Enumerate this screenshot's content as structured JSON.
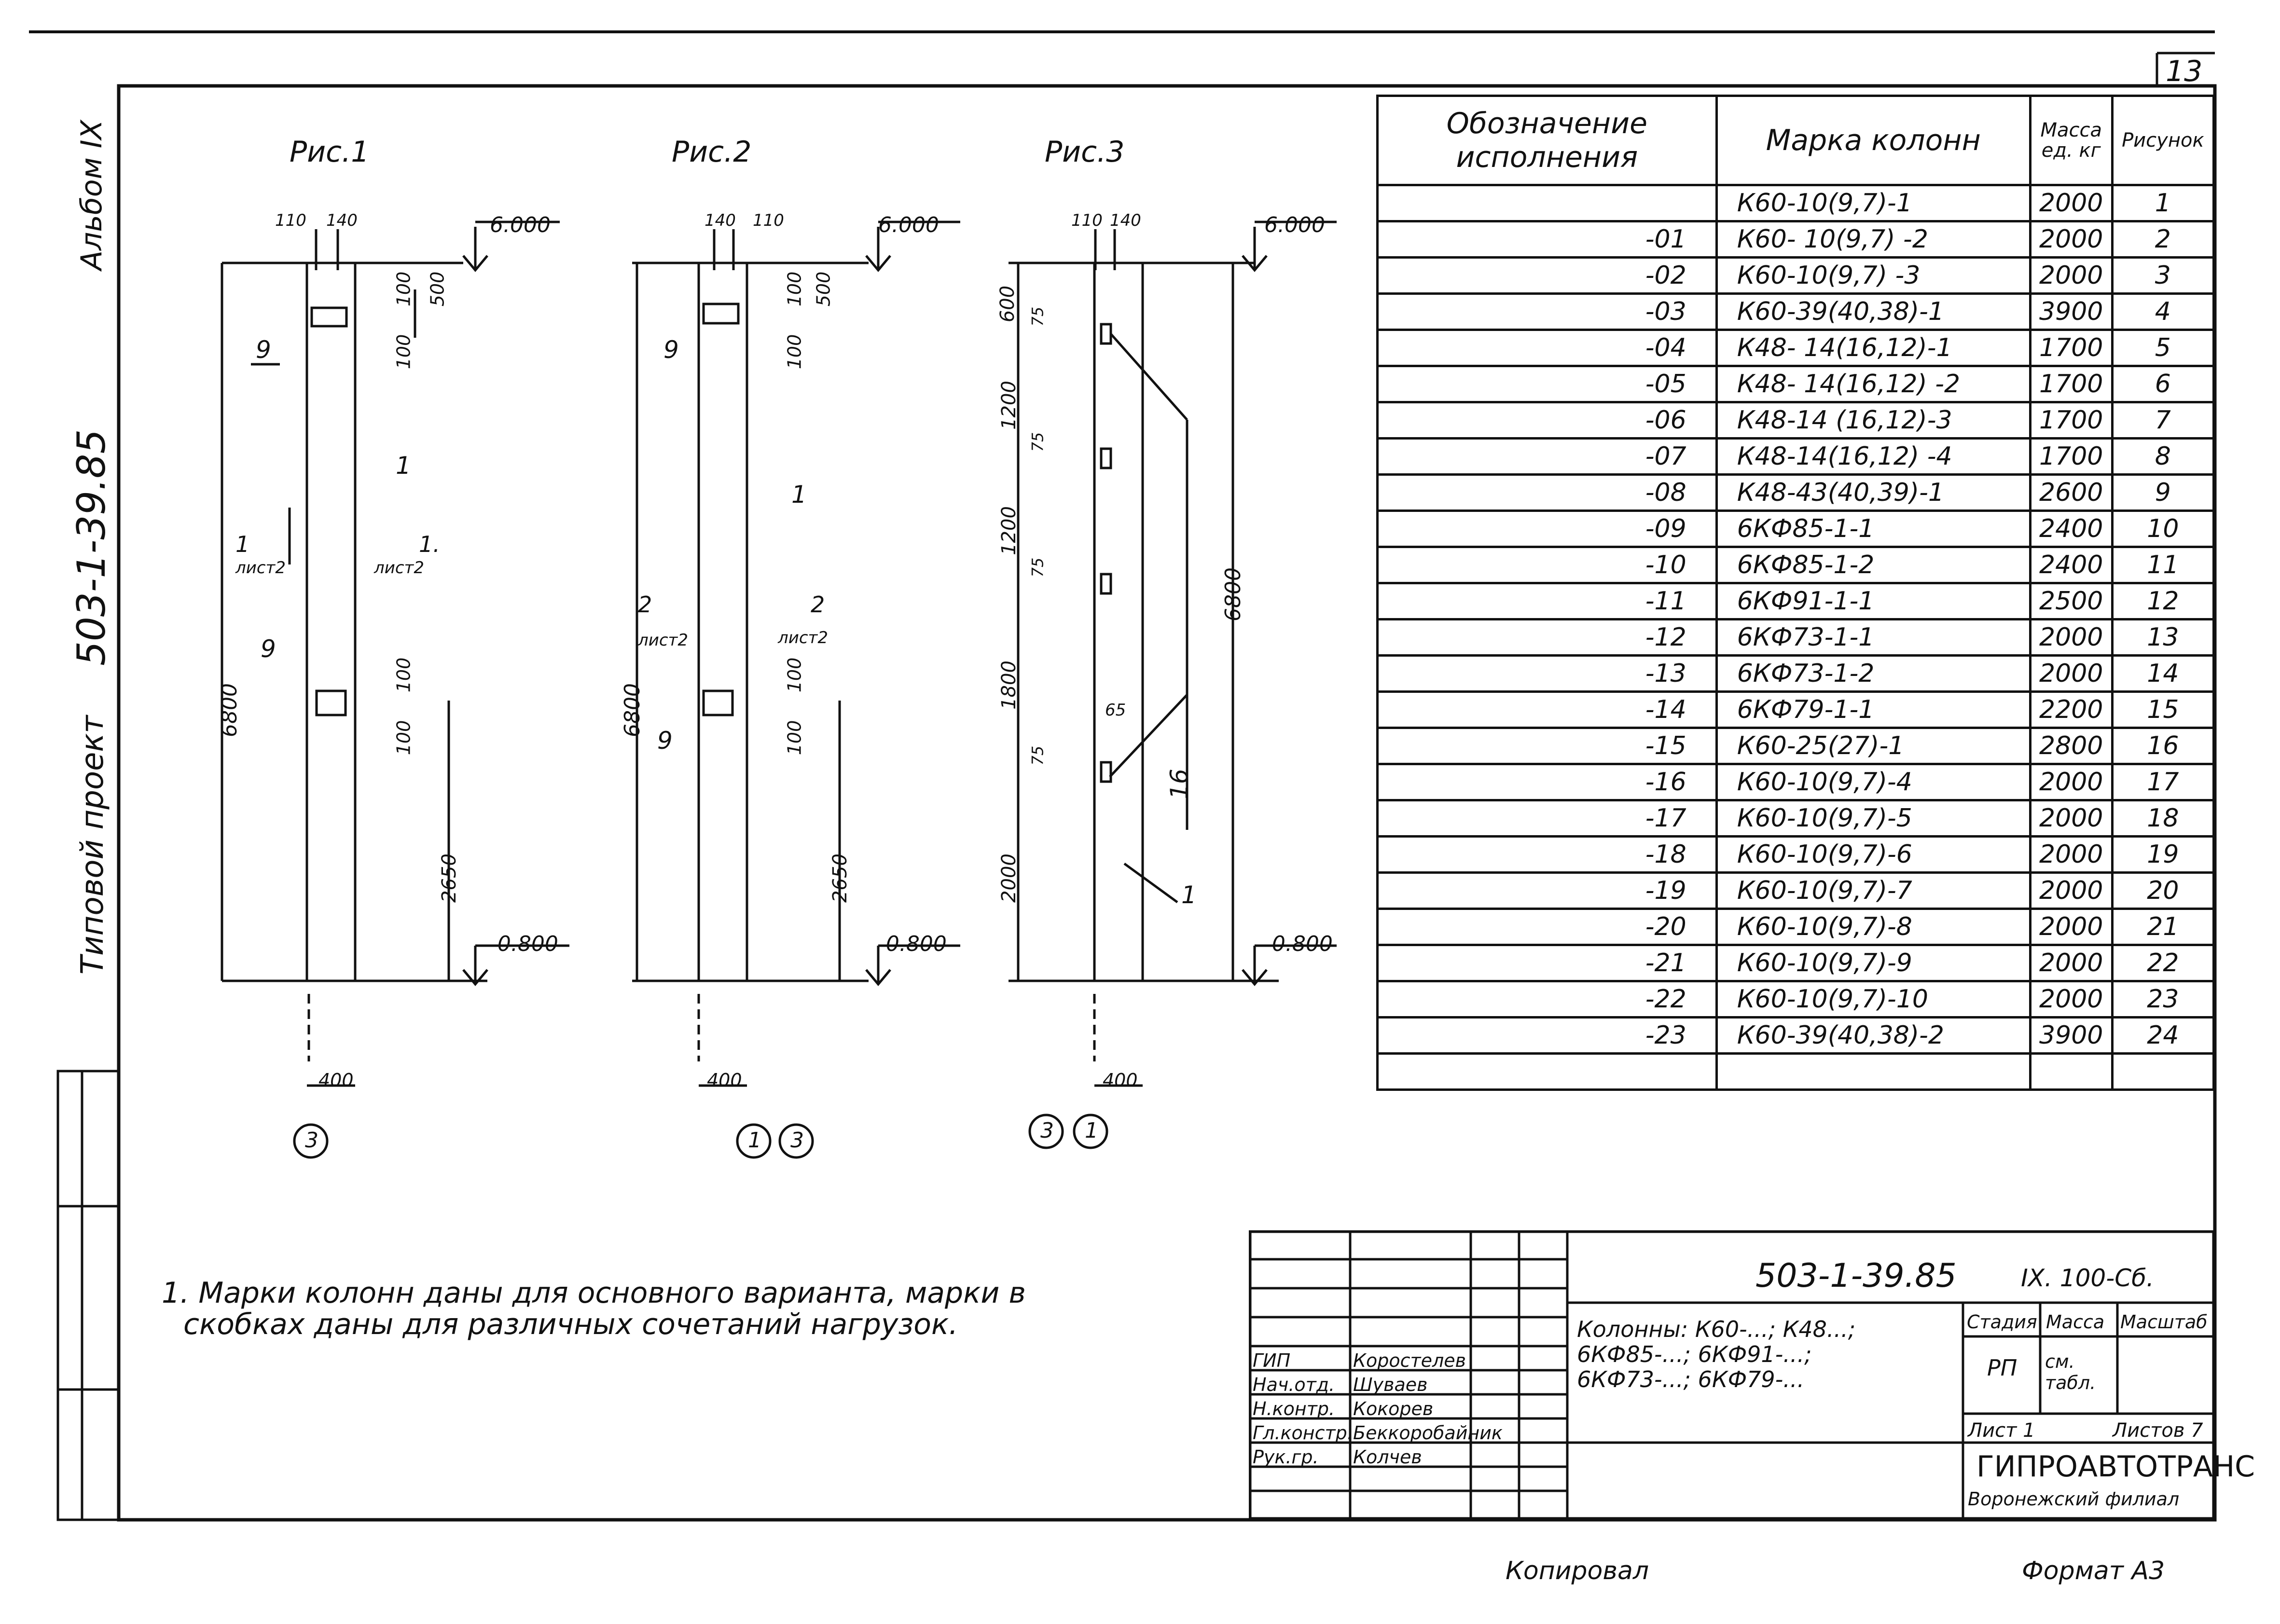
{
  "page": {
    "sheet_number": "13",
    "album_label": "Альбом IX",
    "project_type": "Типовой проект",
    "project_code": "503-1-39.85",
    "copied_by": "Копировал",
    "format": "Формат А3"
  },
  "figures": [
    {
      "title": "Рис.1",
      "dims": {
        "top_left": "110",
        "top_right": "140",
        "total_height": "6800",
        "upper_gap": "500",
        "hole1": "100",
        "hole1b": "100",
        "hole2": "100",
        "hole2b": "100",
        "lower": "2650",
        "width": "400"
      },
      "levels": {
        "top": "6.000",
        "bottom": "-0.800"
      },
      "callouts": [
        "9",
        "1",
        "9"
      ],
      "section_left": {
        "num": "1",
        "sheet": "лист2"
      },
      "section_right": {
        "num": "1.",
        "sheet": "лист2"
      },
      "axes": [
        "3"
      ]
    },
    {
      "title": "Рис.2",
      "dims": {
        "top_left": "140",
        "top_right": "110",
        "total_height": "6800",
        "upper_gap": "500",
        "hole1": "100",
        "hole1b": "100",
        "hole2": "100",
        "hole2b": "100",
        "lower": "2650",
        "width": "400"
      },
      "levels": {
        "top": "6.000",
        "bottom": "-0.800"
      },
      "callouts": [
        "9",
        "1",
        "9"
      ],
      "section_left": {
        "num": "2",
        "sheet": "лист2"
      },
      "section_right": {
        "num": "2",
        "sheet": "лист2"
      },
      "axes": [
        "1",
        "3"
      ]
    },
    {
      "title": "Рис.3",
      "dims": {
        "top_left": "110",
        "top_right": "140",
        "total_height": "6800",
        "seg1": "600",
        "seg2": "1200",
        "seg3": "1200",
        "seg4": "1800",
        "seg5": "2000",
        "small": "75",
        "side": "65",
        "width": "400"
      },
      "levels": {
        "top": "6.000",
        "bottom": "-0.800"
      },
      "callouts": [
        "16",
        "1"
      ],
      "axes": [
        "3",
        "1"
      ]
    }
  ],
  "table": {
    "headers": [
      "Обозначение исполнения",
      "Марка колонн",
      "Масса ед. кг",
      "Рисунок"
    ],
    "rows": [
      [
        "",
        "К60-10(9,7)-1",
        "2000",
        "1"
      ],
      [
        "-01",
        "К60- 10(9,7) -2",
        "2000",
        "2"
      ],
      [
        "-02",
        "К60-10(9,7) -3",
        "2000",
        "3"
      ],
      [
        "-03",
        "К60-39(40,38)-1",
        "3900",
        "4"
      ],
      [
        "-04",
        "К48- 14(16,12)-1",
        "1700",
        "5"
      ],
      [
        "-05",
        "К48- 14(16,12) -2",
        "1700",
        "6"
      ],
      [
        "-06",
        "К48-14 (16,12)-3",
        "1700",
        "7"
      ],
      [
        "-07",
        "К48-14(16,12) -4",
        "1700",
        "8"
      ],
      [
        "-08",
        "К48-43(40,39)-1",
        "2600",
        "9"
      ],
      [
        "-09",
        "6КФ85-1-1",
        "2400",
        "10"
      ],
      [
        "-10",
        "6КФ85-1-2",
        "2400",
        "11"
      ],
      [
        "-11",
        "6КФ91-1-1",
        "2500",
        "12"
      ],
      [
        "-12",
        "6КФ73-1-1",
        "2000",
        "13"
      ],
      [
        "-13",
        "6КФ73-1-2",
        "2000",
        "14"
      ],
      [
        "-14",
        "6КФ79-1-1",
        "2200",
        "15"
      ],
      [
        "-15",
        "К60-25(27)-1",
        "2800",
        "16"
      ],
      [
        "-16",
        "К60-10(9,7)-4",
        "2000",
        "17"
      ],
      [
        "-17",
        "К60-10(9,7)-5",
        "2000",
        "18"
      ],
      [
        "-18",
        "К60-10(9,7)-6",
        "2000",
        "19"
      ],
      [
        "-19",
        "К60-10(9,7)-7",
        "2000",
        "20"
      ],
      [
        "-20",
        "К60-10(9,7)-8",
        "2000",
        "21"
      ],
      [
        "-21",
        "К60-10(9,7)-9",
        "2000",
        "22"
      ],
      [
        "-22",
        "К60-10(9,7)-10",
        "2000",
        "23"
      ],
      [
        "-23",
        "К60-39(40,38)-2",
        "3900",
        "24"
      ],
      [
        "",
        "",
        "",
        ""
      ]
    ]
  },
  "note": {
    "line1": "1. Марки колонн даны для основного варианта, марки в",
    "line2": "скобках даны для различных сочетаний нагрузок."
  },
  "title_block": {
    "code": "503-1-39.85",
    "album": "IX. 100-Сб.",
    "description_l1": "Колонны: К60-...; К48...;",
    "description_l2": "6КФ85-...; 6КФ91-...;",
    "description_l3": "6КФ73-...; 6КФ79-...",
    "stage_label": "Стадия",
    "mass_label": "Масса",
    "scale_label": "Масштаб",
    "stage": "РП",
    "mass": "см. табл.",
    "sheet_label": "Лист 1",
    "sheets_label": "Листов 7",
    "org": "ГИПРОАВТОТРАНС",
    "branch": "Воронежский филиал",
    "staff": [
      {
        "role": "ГИП",
        "name": "Коростелев"
      },
      {
        "role": "Нач.отд.",
        "name": "Шуваев"
      },
      {
        "role": "Н.контр.",
        "name": "Кокорев"
      },
      {
        "role": "Гл.констр.",
        "name": "Беккоробайник"
      },
      {
        "role": "Рук.гр.",
        "name": "Колчев"
      }
    ]
  }
}
